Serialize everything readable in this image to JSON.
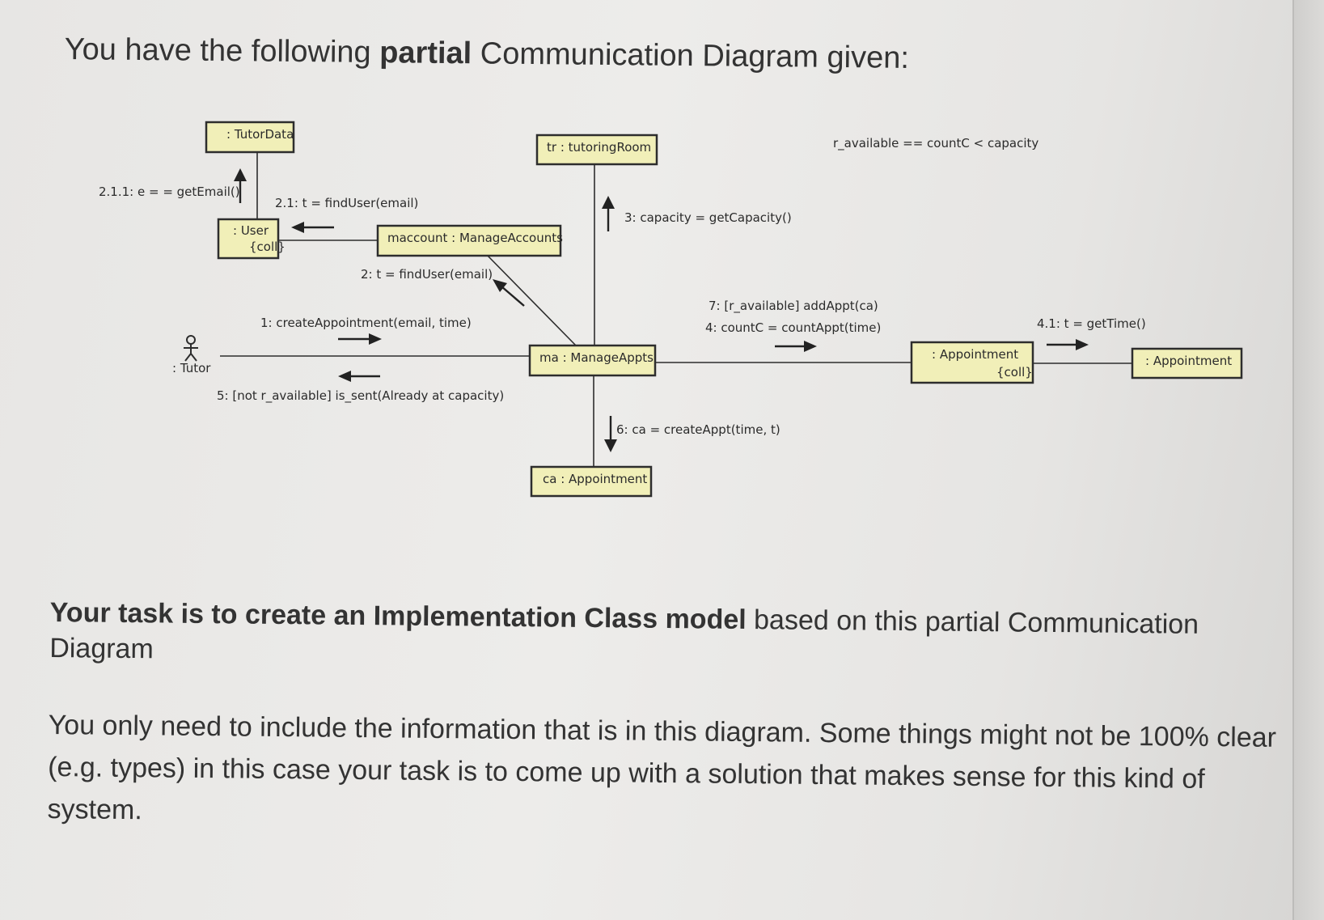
{
  "heading": {
    "pre": "You have the following ",
    "bold": "partial",
    "post": " Communication Diagram given:"
  },
  "diagram": {
    "objects": {
      "tutordata": ": TutorData",
      "tutoringroom": "tr : tutoringRoom",
      "user_line1": ": User",
      "user_line2": "{coll}",
      "manageaccounts": "maccount : ManageAccounts",
      "manageappts": "ma : ManageAppts",
      "appointment_ca": "ca : Appointment",
      "appointment_coll_line1": ": Appointment",
      "appointment_coll_line2": "{coll}",
      "appointment": ": Appointment",
      "tutor_actor": ": Tutor"
    },
    "messages": {
      "m211": "2.1.1: e = = getEmail()",
      "m21": "2.1: t = findUser(email)",
      "m2": "2: t = findUser(email)",
      "m1": "1: createAppointment(email, time)",
      "m5": "5: [not r_available] is_sent(Already at capacity)",
      "m3": "3: capacity = getCapacity()",
      "m7": "7: [r_available] addAppt(ca)",
      "m4": "4: countC = countAppt(time)",
      "m41": "4.1: t = getTime()",
      "m6": "6: ca = createAppt(time, t)",
      "constraint": "r_available == countC < capacity"
    }
  },
  "task": {
    "bold": "Your task is to create an Implementation Class model",
    "rest": " based on this partial Communication Diagram"
  },
  "note": "You only need to include the information that is in this diagram. Some things might not be 100% clear (e.g. types) in this case your task is to come up with a solution that makes sense for this kind of system."
}
